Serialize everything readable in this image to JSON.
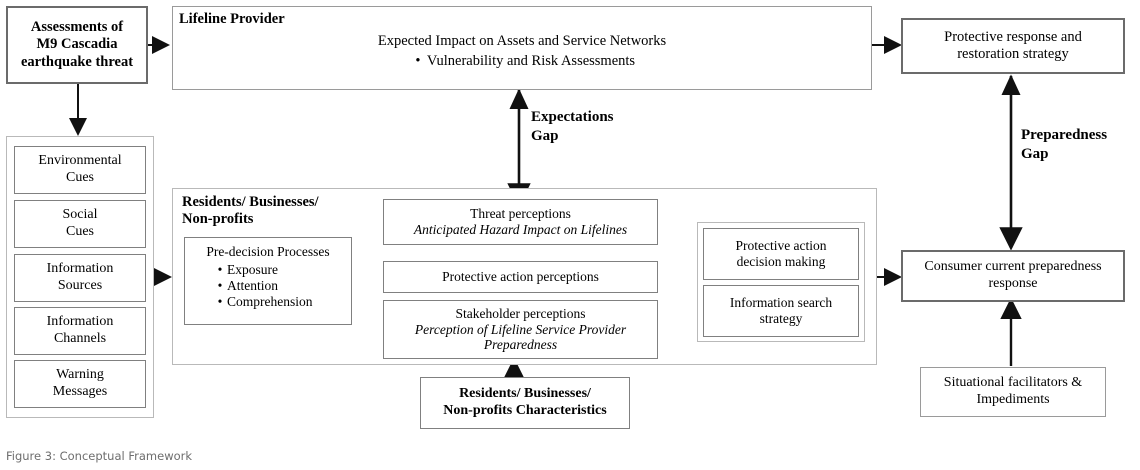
{
  "figure": {
    "caption": "Figure 3: Conceptual Framework",
    "caption_color": "#6e6e6e"
  },
  "nodes": {
    "assessments": {
      "line1": "Assessments of",
      "line2": "M9 Cascadia",
      "line3": "earthquake threat"
    },
    "lifeline_provider": {
      "header": "Lifeline Provider",
      "body_line": "Expected Impact on Assets and Service Networks",
      "bullet": "Vulnerability and Risk Assessments"
    },
    "protective_response": {
      "line1": "Protective response and",
      "line2": "restoration strategy"
    },
    "cues": {
      "items": [
        {
          "line1": "Environmental",
          "line2": "Cues"
        },
        {
          "line1": "Social",
          "line2": "Cues"
        },
        {
          "line1": "Information",
          "line2": "Sources"
        },
        {
          "line1": "Information",
          "line2": "Channels"
        },
        {
          "line1": "Warning",
          "line2": "Messages"
        }
      ]
    },
    "residents": {
      "header_line1": "Residents/ Businesses/",
      "header_line2": "Non-profits"
    },
    "pre_decision": {
      "title": "Pre-decision Processes",
      "items": [
        "Exposure",
        "Attention",
        "Comprehension"
      ]
    },
    "threat_perceptions": {
      "title": "Threat perceptions",
      "subtitle": "Anticipated Hazard Impact on Lifelines"
    },
    "protective_action_perceptions": {
      "title": "Protective action perceptions"
    },
    "stakeholder_perceptions": {
      "title": "Stakeholder perceptions",
      "subtitle_line1": "Perception of Lifeline Service Provider",
      "subtitle_line2": "Preparedness"
    },
    "protective_action_decision": {
      "line1": "Protective action",
      "line2": "decision making"
    },
    "information_search": {
      "line1": "Information search",
      "line2": "strategy"
    },
    "consumer_preparedness": {
      "line1": "Consumer current preparedness",
      "line2": "response"
    },
    "situational": {
      "line1": "Situational facilitators &",
      "line2": "Impediments"
    },
    "characteristics": {
      "line1": "Residents/ Businesses/",
      "line2": "Non-profits Characteristics"
    }
  },
  "gaps": {
    "expectations": {
      "line1": "Expectations",
      "line2": "Gap"
    },
    "preparedness": {
      "line1": "Preparedness",
      "line2": "Gap"
    }
  },
  "style": {
    "box_border": "#808080",
    "thick_border": "#6b6b6b",
    "container_border": "#b9b9b9",
    "arrow_color": "#111111",
    "text_color": "#000000",
    "background": "#ffffff"
  }
}
